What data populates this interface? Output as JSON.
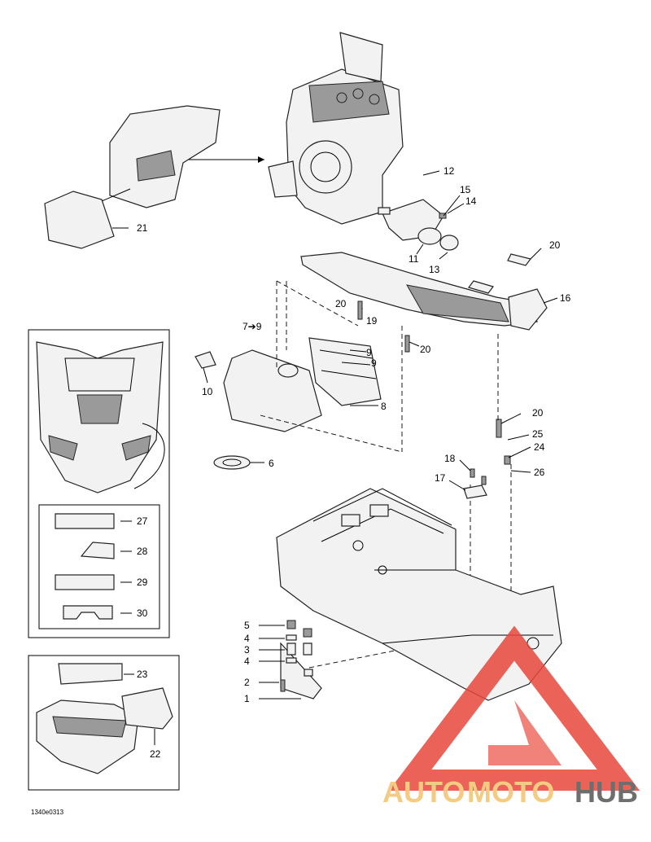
{
  "callouts": [
    {
      "id": "c1",
      "text": "1"
    },
    {
      "id": "c2",
      "text": "2"
    },
    {
      "id": "c3",
      "text": "3"
    },
    {
      "id": "c4a",
      "text": "4"
    },
    {
      "id": "c4b",
      "text": "4"
    },
    {
      "id": "c5",
      "text": "5"
    },
    {
      "id": "c6",
      "text": "6"
    },
    {
      "id": "c7",
      "text": "7➔9"
    },
    {
      "id": "c8",
      "text": "8"
    },
    {
      "id": "c9a",
      "text": "9"
    },
    {
      "id": "c9b",
      "text": "9"
    },
    {
      "id": "c10",
      "text": "10"
    },
    {
      "id": "c11",
      "text": "11"
    },
    {
      "id": "c12",
      "text": "12"
    },
    {
      "id": "c13",
      "text": "13"
    },
    {
      "id": "c14",
      "text": "14"
    },
    {
      "id": "c15",
      "text": "15"
    },
    {
      "id": "c16",
      "text": "16"
    },
    {
      "id": "c17",
      "text": "17"
    },
    {
      "id": "c18",
      "text": "18"
    },
    {
      "id": "c19",
      "text": "19"
    },
    {
      "id": "c20a",
      "text": "20"
    },
    {
      "id": "c20b",
      "text": "20"
    },
    {
      "id": "c20c",
      "text": "20"
    },
    {
      "id": "c20d",
      "text": "20"
    },
    {
      "id": "c21",
      "text": "21"
    },
    {
      "id": "c22",
      "text": "22"
    },
    {
      "id": "c23",
      "text": "23"
    },
    {
      "id": "c24",
      "text": "24"
    },
    {
      "id": "c25",
      "text": "25"
    },
    {
      "id": "c26",
      "text": "26"
    },
    {
      "id": "c27",
      "text": "27"
    },
    {
      "id": "c28",
      "text": "28"
    },
    {
      "id": "c29",
      "text": "29"
    },
    {
      "id": "c30",
      "text": "30"
    }
  ],
  "drawing_code": "1340e0313",
  "watermark": {
    "auto": "AUTO",
    "moto": "MOTO",
    "hub": "HUB",
    "color_triangle": "#e8473c",
    "color_auto": "#f3c36e",
    "color_hub": "#555555"
  }
}
